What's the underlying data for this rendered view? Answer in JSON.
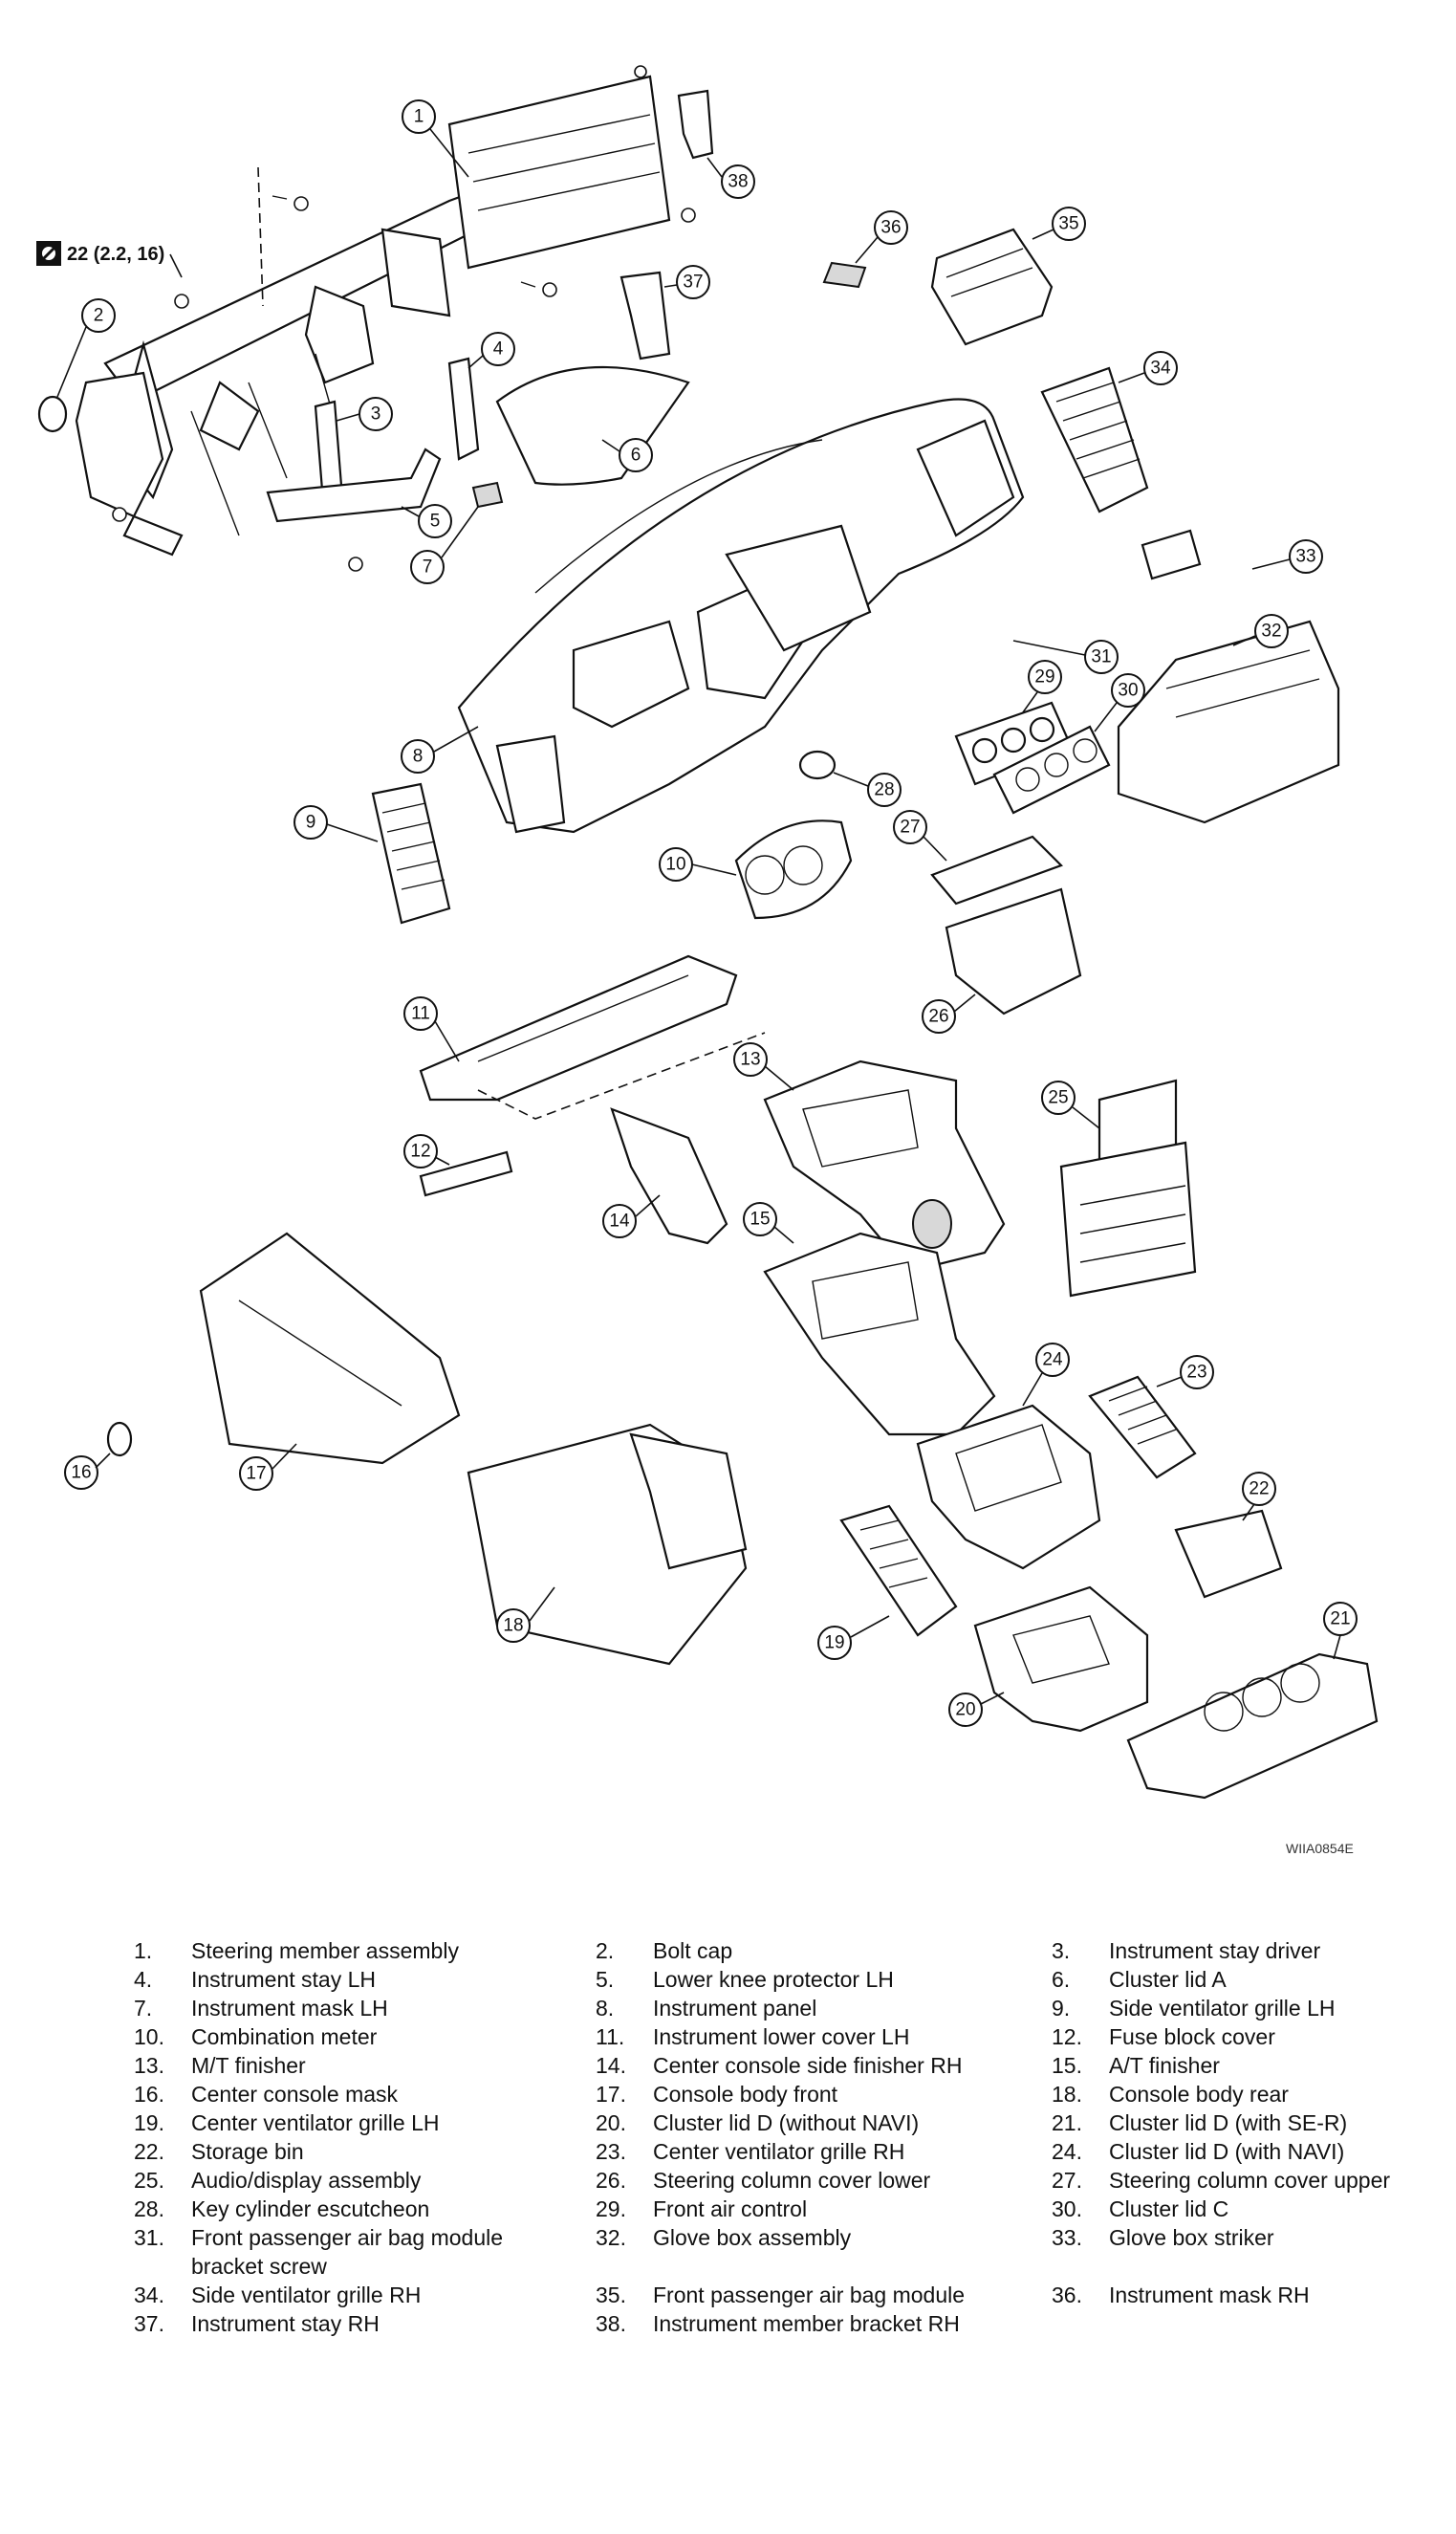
{
  "torque_spec": "22 (2.2, 16)",
  "figure_code": "WIIA0854E",
  "callout_numbers": [
    "1",
    "2",
    "3",
    "4",
    "5",
    "6",
    "7",
    "8",
    "9",
    "10",
    "11",
    "12",
    "13",
    "14",
    "15",
    "16",
    "17",
    "18",
    "19",
    "20",
    "21",
    "22",
    "23",
    "24",
    "25",
    "26",
    "27",
    "28",
    "29",
    "30",
    "31",
    "32",
    "33",
    "34",
    "35",
    "36",
    "37",
    "38"
  ],
  "legend": [
    {
      "num": "1.",
      "label": "Steering member assembly"
    },
    {
      "num": "2.",
      "label": "Bolt cap"
    },
    {
      "num": "3.",
      "label": "Instrument stay driver"
    },
    {
      "num": "4.",
      "label": "Instrument stay LH"
    },
    {
      "num": "5.",
      "label": "Lower knee protector LH"
    },
    {
      "num": "6.",
      "label": "Cluster lid A"
    },
    {
      "num": "7.",
      "label": "Instrument mask LH"
    },
    {
      "num": "8.",
      "label": "Instrument panel"
    },
    {
      "num": "9.",
      "label": "Side ventilator grille LH"
    },
    {
      "num": "10.",
      "label": "Combination meter"
    },
    {
      "num": "11.",
      "label": "Instrument lower cover LH"
    },
    {
      "num": "12.",
      "label": "Fuse block cover"
    },
    {
      "num": "13.",
      "label": "M/T finisher"
    },
    {
      "num": "14.",
      "label": "Center console side finisher RH"
    },
    {
      "num": "15.",
      "label": "A/T finisher"
    },
    {
      "num": "16.",
      "label": "Center console mask"
    },
    {
      "num": "17.",
      "label": "Console body front"
    },
    {
      "num": "18.",
      "label": "Console body rear"
    },
    {
      "num": "19.",
      "label": "Center ventilator grille LH"
    },
    {
      "num": "20.",
      "label": "Cluster lid D (without NAVI)"
    },
    {
      "num": "21.",
      "label": "Cluster lid D (with SE-R)"
    },
    {
      "num": "22.",
      "label": "Storage bin"
    },
    {
      "num": "23.",
      "label": "Center ventilator grille RH"
    },
    {
      "num": "24.",
      "label": "Cluster lid D (with NAVI)"
    },
    {
      "num": "25.",
      "label": "Audio/display assembly"
    },
    {
      "num": "26.",
      "label": "Steering column cover lower"
    },
    {
      "num": "27.",
      "label": "Steering column cover upper"
    },
    {
      "num": "28.",
      "label": "Key cylinder escutcheon"
    },
    {
      "num": "29.",
      "label": "Front air control"
    },
    {
      "num": "30.",
      "label": "Cluster lid C"
    },
    {
      "num": "31.",
      "label": "Front passenger air bag module bracket screw"
    },
    {
      "num": "32.",
      "label": "Glove box assembly"
    },
    {
      "num": "33.",
      "label": "Glove box striker"
    },
    {
      "num": "34.",
      "label": "Side ventilator grille RH"
    },
    {
      "num": "35.",
      "label": "Front passenger air bag module"
    },
    {
      "num": "36.",
      "label": "Instrument mask RH"
    },
    {
      "num": "37.",
      "label": "Instrument stay RH"
    },
    {
      "num": "38.",
      "label": "Instrument member bracket RH"
    }
  ]
}
